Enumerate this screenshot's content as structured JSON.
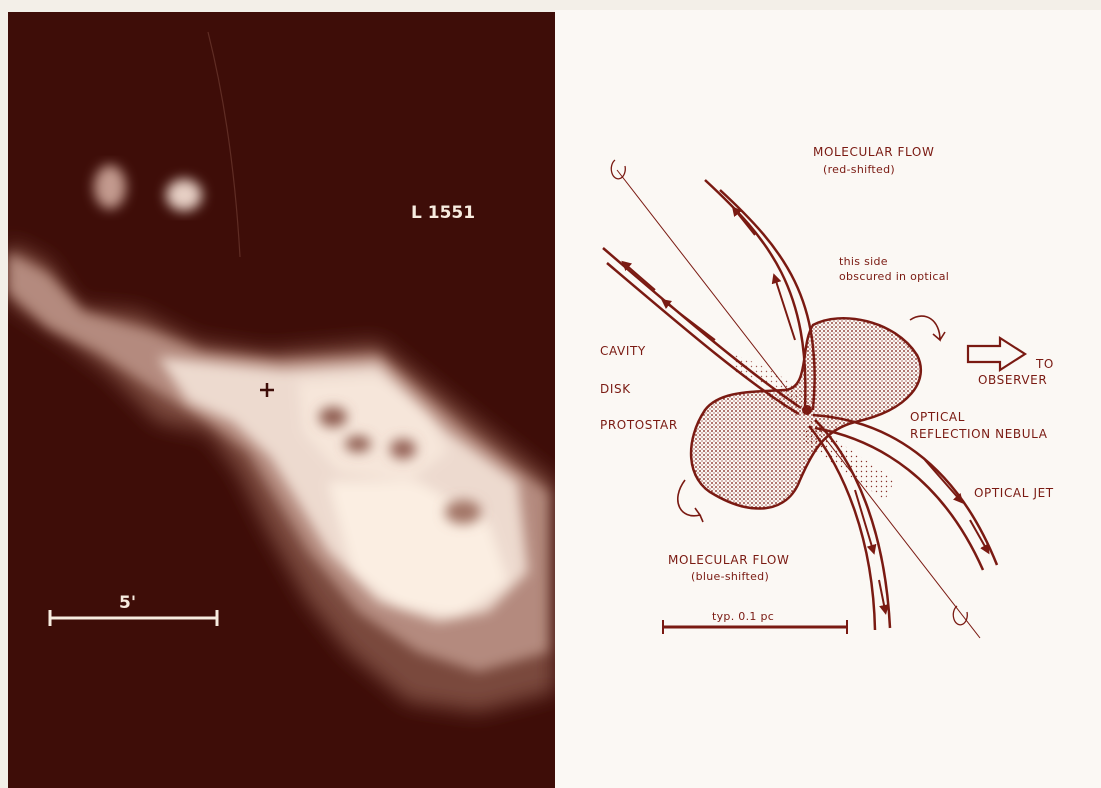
{
  "left_panel": {
    "object_label": "L 1551",
    "scale_label": "5'"
  },
  "diagram": {
    "molecular_flow_red": "MOLECULAR FLOW",
    "red_shifted": "(red-shifted)",
    "obscured_line1": "this side",
    "obscured_line2": "obscured in optical",
    "cavity": "CAVITY",
    "disk": "DISK",
    "protostar": "PROTOSTAR",
    "to": "TO",
    "observer": "OBSERVER",
    "optical": "OPTICAL",
    "reflection_nebula": "REFLECTION NEBULA",
    "optical_jet": "OPTICAL JET",
    "molecular_flow_blue": "MOLECULAR FLOW",
    "blue_shifted": "(blue-shifted)",
    "scale_label": "typ. 0.1 pc"
  },
  "colors": {
    "background_dark": "#3e0d08",
    "ink": "#7a1a12",
    "emission_bright": "#fbeee2"
  }
}
